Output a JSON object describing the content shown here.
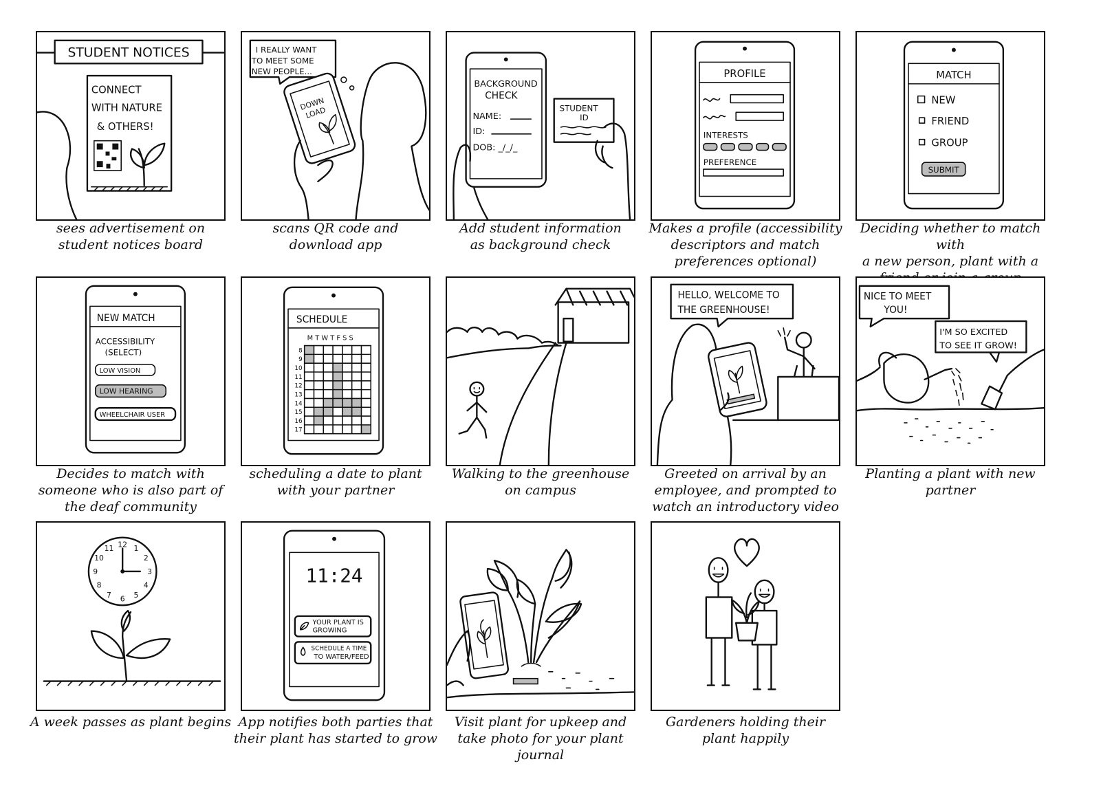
{
  "panels": [
    {
      "caption_lines": [
        "sees advertisement on",
        "student notices board"
      ],
      "text": {
        "board": "STUDENT NOTICES",
        "poster1": "CONNECT",
        "poster2": "WITH NATURE",
        "poster3": "& OTHERS!"
      }
    },
    {
      "caption_lines": [
        "scans QR code and",
        "download app"
      ],
      "text": {
        "bubble1": "I REALLY WANT",
        "bubble2": "TO MEET SOME",
        "bubble3": "NEW PEOPLE...",
        "phone1": "DOWN",
        "phone2": "LOAD"
      }
    },
    {
      "caption_lines": [
        "Add student information",
        "as background check"
      ],
      "text": {
        "title1": "BACKGROUND",
        "title2": "CHECK",
        "name": "NAME:",
        "id": "ID:",
        "dob": "DOB: _/_/_",
        "card1": "STUDENT",
        "card2": "ID"
      }
    },
    {
      "caption_lines": [
        "Makes a profile (accessibility",
        "descriptors and match",
        "preferences optional)"
      ],
      "text": {
        "title": "PROFILE",
        "interests": "INTERESTS",
        "preference": "PREFERENCE"
      }
    },
    {
      "caption_lines": [
        "Deciding whether to match with",
        "a new person, plant with a",
        "friend or join a group"
      ],
      "text": {
        "title": "MATCH",
        "opt1": "NEW",
        "opt2": "FRIEND",
        "opt3": "GROUP",
        "submit": "SUBMIT"
      }
    },
    {
      "caption_lines": [
        "Decides to match with",
        "someone who is also part of",
        "the deaf community"
      ],
      "text": {
        "title": "NEW MATCH",
        "sub1": "ACCESSIBILITY",
        "sub2": "(SELECT)",
        "opt1": "LOW VISION",
        "opt2": "LOW HEARING",
        "opt3": "WHEELCHAIR USER"
      }
    },
    {
      "caption_lines": [
        "scheduling a date to plant",
        "with your partner"
      ],
      "text": {
        "title": "SCHEDULE",
        "days": "M T W T F S S",
        "hours": [
          "8",
          "9",
          "10",
          "11",
          "12",
          "13",
          "14",
          "15",
          "16",
          "17"
        ]
      }
    },
    {
      "caption_lines": [
        "Walking to the greenhouse",
        "on campus"
      ],
      "text": {}
    },
    {
      "caption_lines": [
        "Greeted on arrival by an",
        "employee, and prompted to",
        "watch an introductory video"
      ],
      "text": {
        "bubble1": "HELLO, WELCOME TO",
        "bubble2": "THE GREENHOUSE!"
      }
    },
    {
      "caption_lines": [
        "Planting a plant with new",
        "partner"
      ],
      "text": {
        "bubble1a": "NICE TO MEET",
        "bubble1b": "YOU!",
        "bubble2a": "I'M SO EXCITED",
        "bubble2b": "TO SEE IT GROW!"
      }
    },
    {
      "caption_lines": [
        "A week passes as plant begins"
      ],
      "text": {
        "clock": [
          "12",
          "1",
          "2",
          "3",
          "4",
          "5",
          "6",
          "7",
          "8",
          "9",
          "10",
          "11"
        ]
      }
    },
    {
      "caption_lines": [
        "App notifies both parties that",
        "their plant has started to grow"
      ],
      "text": {
        "time": "11:24",
        "note1a": "YOUR PLANT IS",
        "note1b": "GROWING",
        "note2a": "SCHEDULE A TIME",
        "note2b": "TO WATER/FEED"
      }
    },
    {
      "caption_lines": [
        "Visit plant for upkeep and",
        "take photo for your plant",
        "journal"
      ],
      "text": {}
    },
    {
      "caption_lines": [
        "Gardeners holding their",
        "plant happily"
      ],
      "text": {}
    }
  ]
}
